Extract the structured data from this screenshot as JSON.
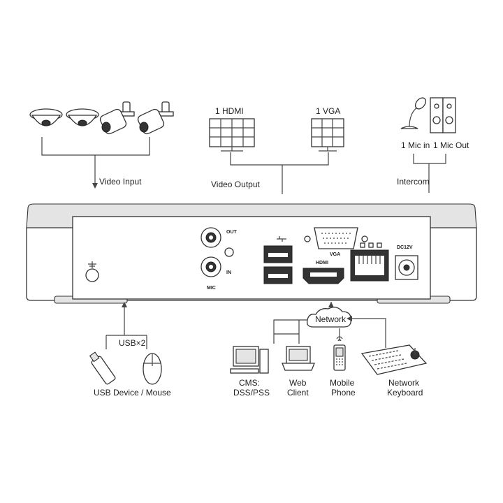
{
  "labels": {
    "video_input": "Video Input",
    "video_output": "Video Output",
    "hdmi": "1 HDMI",
    "vga": "1 VGA",
    "mic_in": "1 Mic in",
    "mic_out": "1 Mic Out",
    "intercom": "Intercom",
    "usb_count": "USB×2",
    "usb_device": "USB Device / Mouse",
    "network": "Network",
    "cms_line1": "CMS:",
    "cms_line2": "DSS/PSS",
    "web_line1": "Web",
    "web_line2": "Client",
    "mobile_line1": "Mobile",
    "mobile_line2": "Phone",
    "keyboard_line1": "Network",
    "keyboard_line2": "Keyboard"
  },
  "panel_labels": {
    "out": "OUT",
    "in": "IN",
    "mic": "MIC",
    "vga": "VGA",
    "hdmi": "HDMI",
    "dc": "DC12V"
  },
  "icons": [
    "dome-camera-icon",
    "bullet-camera-icon",
    "monitor-icon",
    "microphone-icon",
    "speaker-icon",
    "usb-stick-icon",
    "mouse-icon",
    "cloud-icon",
    "desktop-pc-icon",
    "laptop-icon",
    "mobile-phone-icon",
    "network-keyboard-icon",
    "ground-icon",
    "usb-symbol-icon",
    "ethernet-port-icon"
  ]
}
